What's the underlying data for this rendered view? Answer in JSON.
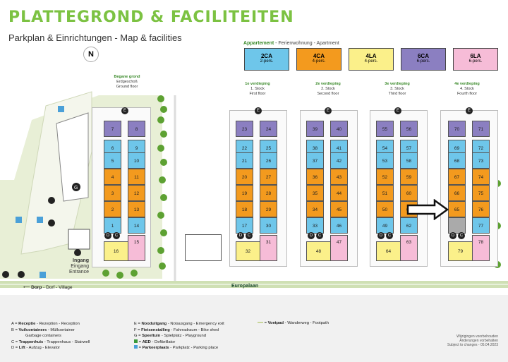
{
  "header": {
    "title": "PLATTEGROND & FACILITEITEN",
    "subtitle": "Parkplan & Einrichtungen  - Map & facilities"
  },
  "compass": "N",
  "legend_apartment": {
    "label": "Appartement",
    "label_rest": " - Ferienwohnung - Apartment",
    "types": [
      {
        "code": "2CA",
        "pers": "2-pers.",
        "color": "#6ec6ea"
      },
      {
        "code": "4CA",
        "pers": "4-pers.",
        "color": "#f39a1e"
      },
      {
        "code": "4LA",
        "pers": "4-pers.",
        "color": "#fbf08a"
      },
      {
        "code": "6CA",
        "pers": "6-pers.",
        "color": "#8b7fc1"
      },
      {
        "code": "6LA",
        "pers": "6-pers.",
        "color": "#f6bcd7"
      }
    ]
  },
  "floors": [
    {
      "main": "Begane grond",
      "l2": "Erdgeschoß",
      "l3": "Ground floor"
    },
    {
      "main": "1e verdieping",
      "l2": "1. Stock",
      "l3": "First floor"
    },
    {
      "main": "2e verdieping",
      "l2": "2. Stock",
      "l3": "Second floor"
    },
    {
      "main": "3e verdieping",
      "l2": "3. Stock",
      "l3": "Third floor"
    },
    {
      "main": "4e verdieping",
      "l2": "4. Stock",
      "l3": "Fourth floor"
    }
  ],
  "labels": {
    "ingang1": "Ingang",
    "ingang2": "Eingang",
    "ingang3": "Entrance",
    "dorp": "Dorp",
    "dorp_rest": " - Dorf - Village",
    "road": "Europalaan"
  },
  "legend": {
    "col1": [
      {
        "k": "A",
        "b": "Receptie",
        "t": " - Rezeption - Reception"
      },
      {
        "k": "B",
        "b": "Vuilcontainers",
        "t": " - Müllcontainer"
      },
      {
        "k": "",
        "b": "",
        "t": "Garbage containers"
      },
      {
        "k": "C",
        "b": "Trappenhuis",
        "t": " - Trappenhaus - Stairwell"
      },
      {
        "k": "D",
        "b": "Lift",
        "t": " - Aufzug - Elevator"
      }
    ],
    "col2": [
      {
        "k": "E",
        "b": "Nooduitgang",
        "t": " - Notausgang - Emergency exit"
      },
      {
        "k": "F",
        "b": "Fietsenstalling",
        "t": " - Fahrradraum - Bike shed"
      },
      {
        "k": "G",
        "b": "Speeltuin",
        "t": " - Spielplatz - Playground"
      },
      {
        "k": "",
        "b": "AED",
        "t": " - Defibrillator"
      },
      {
        "k": "P",
        "b": "Parkeerplaats",
        "t": " - Parkplatz - Parking place"
      }
    ],
    "col3": [
      {
        "b": "Voetpad",
        "t": " - Wanderweg - Footpath"
      }
    ],
    "disclaimer": [
      "Wijzigingen voorbehouden",
      "Änderungen vorbehalten",
      "Subject to changes - 05.04.2023"
    ]
  }
}
